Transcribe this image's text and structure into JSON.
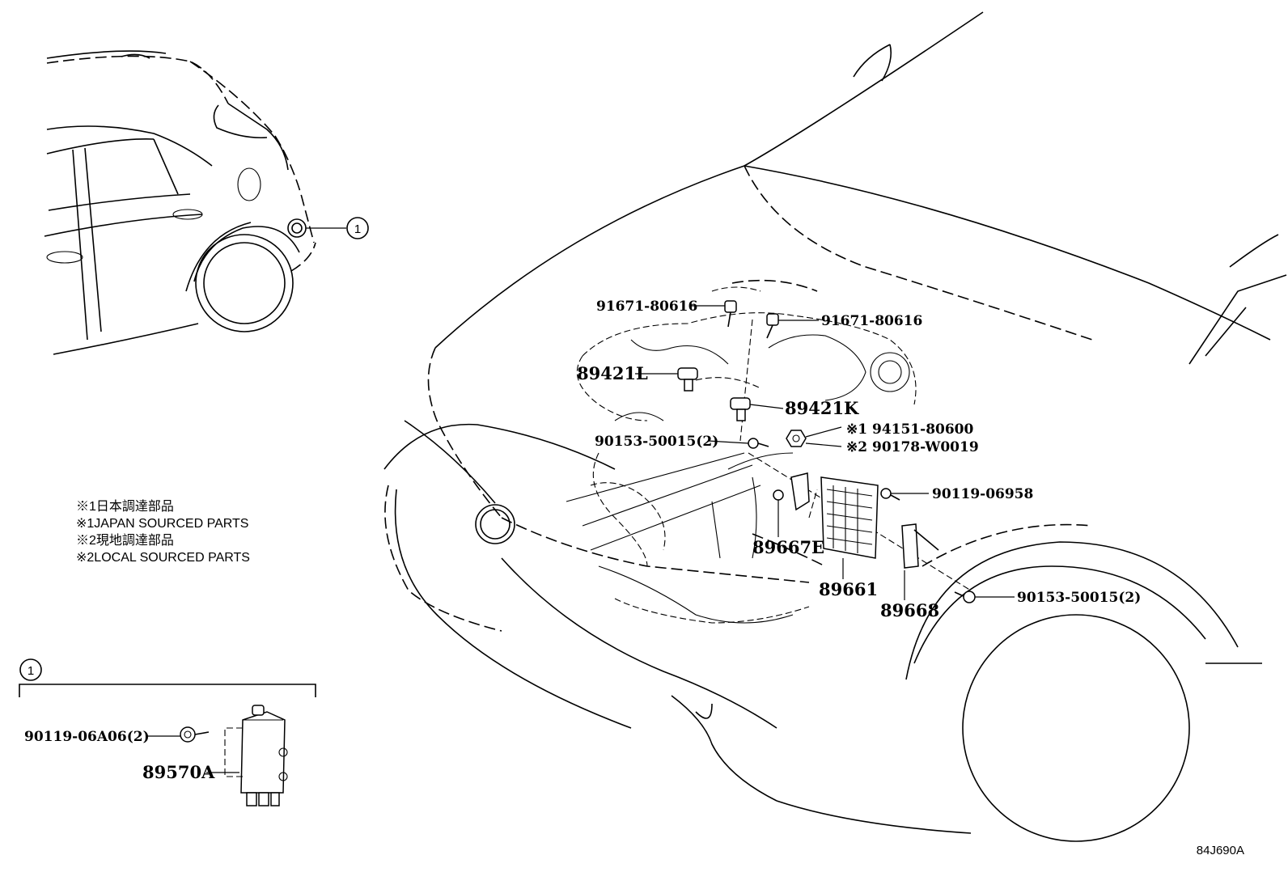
{
  "callout_marker": "1",
  "part_labels": {
    "p91671_a": "91671-80616",
    "p91671_b": "91671-80616",
    "p89421L": "89421L",
    "p89421K": "89421K",
    "p94151": "※1 94151-80600",
    "p90178": "※2 90178-W0019",
    "p90153_a": "90153-50015(2)",
    "p90119_06958": "90119-06958",
    "p89667E": "89667E",
    "p89661": "89661",
    "p89668": "89668",
    "p90153_b": "90153-50015(2)",
    "p90119_06A06": "90119-06A06(2)",
    "p89570A": "89570A"
  },
  "notes": [
    "※1日本調達部品",
    "※1JAPAN SOURCED PARTS",
    "※2現地調達部品",
    "※2LOCAL SOURCED PARTS"
  ],
  "diagram_code": "84J690A"
}
